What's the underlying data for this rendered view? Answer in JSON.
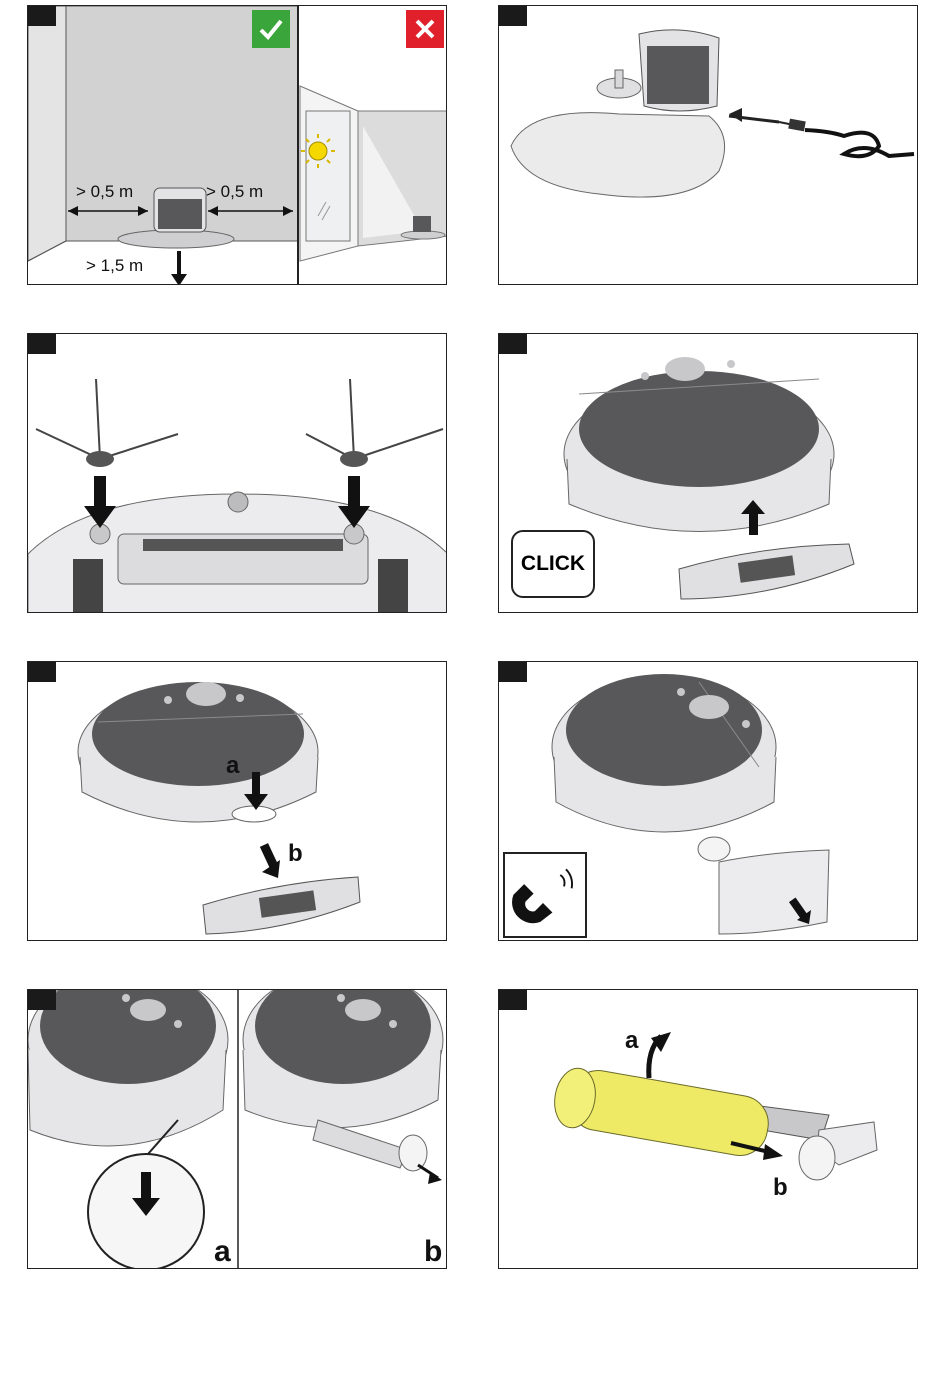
{
  "panel1": {
    "dist_left": "> 0,5 m",
    "dist_right": "> 0,5 m",
    "dist_front": "> 1,5 m",
    "ok_icon": "checkmark-icon",
    "no_icon": "cross-icon",
    "sun_icon": "sun-icon"
  },
  "panel4": {
    "click_label": "CLICK"
  },
  "panel5": {
    "label_a": "a",
    "label_b": "b"
  },
  "panel6": {
    "icon": "magnet-icon"
  },
  "panel7": {
    "label_a": "a",
    "label_b": "b"
  },
  "panel8": {
    "label_a": "a",
    "label_b": "b"
  },
  "colors": {
    "robot_top": "#58585a",
    "robot_body": "#e6e6e8",
    "roller": "#eeea66",
    "ok": "#3aa53a",
    "no": "#e0202a"
  }
}
